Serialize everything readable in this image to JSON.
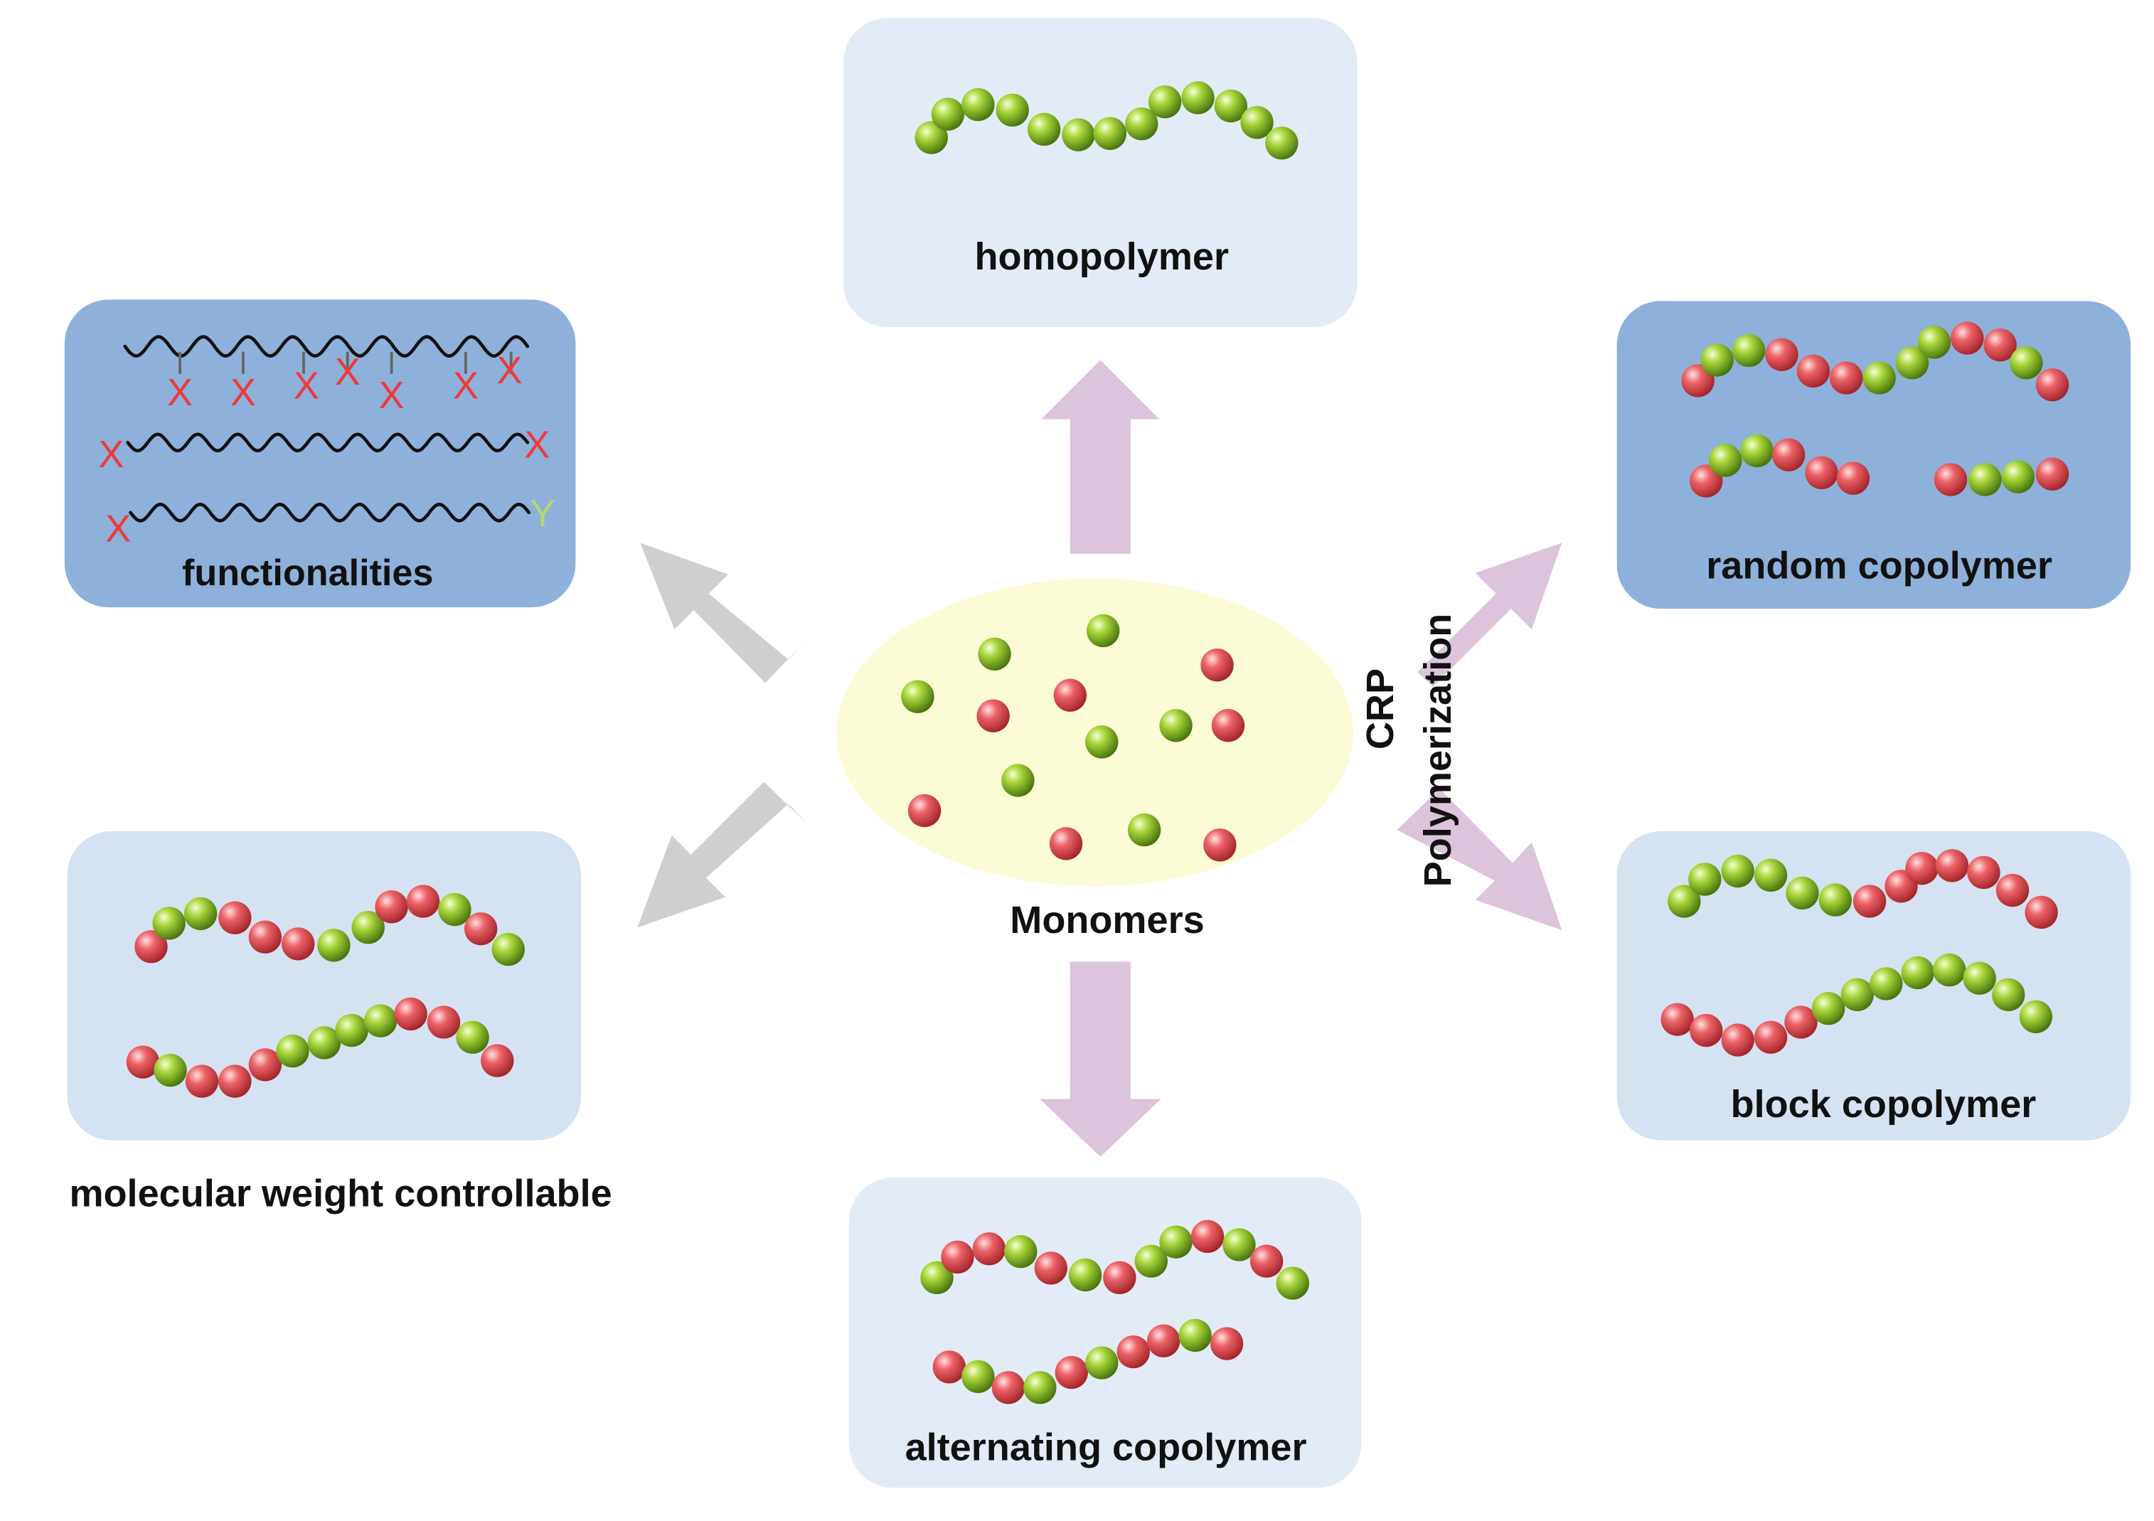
{
  "labels": {
    "homopolymer": "homopolymer",
    "functionalities": "functionalities",
    "random_copolymer": "random copolymer",
    "molecular_weight": "molecular weight controllable",
    "block_copolymer": "block copolymer",
    "alternating_copolymer": "alternating copolymer",
    "monomers": "Monomers",
    "crp": "CRP",
    "polymerization": "Polymerization"
  },
  "end_groups": {
    "x": "X",
    "y": "Y"
  },
  "colors": {
    "green_monomer": "#7dbb1c",
    "red_monomer": "#e5484d",
    "light_panel": "#dce7f3",
    "dark_panel": "#8db0d9",
    "monomer_pool": "#fbfbd7",
    "purple_arrow": "#dcc3db",
    "gray_arrow": "#cfcfcf",
    "x_mark": "#ee3a3a",
    "y_mark": "#b4d86a"
  },
  "chains": {
    "homopolymer": "GGGGGGGGGGGG",
    "random_1": "RGGRRRGGGRRGR",
    "random_2": "RGGRRR",
    "random_3": "RGGR",
    "mw_1": "RGGRRRGGRRGR",
    "mw_2": "RGRRRGGGGRRGR",
    "block_1": "GGGGGGRRRRRRR",
    "block_2": "RRRRRGGGGGGGGG",
    "alt_1": "GRRGRGRGGRGRG",
    "alt_2": "RGRGRGRRGRG"
  }
}
